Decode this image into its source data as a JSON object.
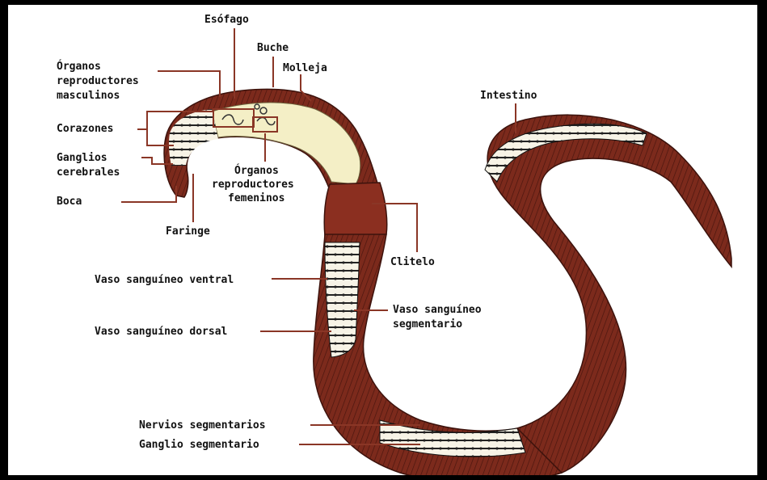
{
  "diagram": {
    "colors": {
      "skin": "#7c2a1c",
      "skin_dark": "#4a160e",
      "organ_cream": "#f4efc6",
      "leader": "#8a3626",
      "frame": "#000000"
    },
    "labels": {
      "esofago": "Esófago",
      "buche": "Buche",
      "molleja": "Molleja",
      "organos_masc_1": "Órganos",
      "organos_masc_2": "reproductores",
      "organos_masc_3": "masculinos",
      "intestino": "Intestino",
      "corazones": "Corazones",
      "ganglios_1": "Ganglios",
      "ganglios_2": "cerebrales",
      "organos_fem_1": "Órganos",
      "organos_fem_2": "reproductores",
      "organos_fem_3": "femeninos",
      "boca": "Boca",
      "faringe": "Faringe",
      "clitelo": "Clitelo",
      "vaso_ventral": "Vaso sanguíneo ventral",
      "vaso_segmentario_1": "Vaso sanguíneo",
      "vaso_segmentario_2": "segmentario",
      "vaso_dorsal": "Vaso sanguíneo dorsal",
      "nervios": "Nervios segmentarios",
      "ganglio_seg": "Ganglio segmentario"
    }
  }
}
